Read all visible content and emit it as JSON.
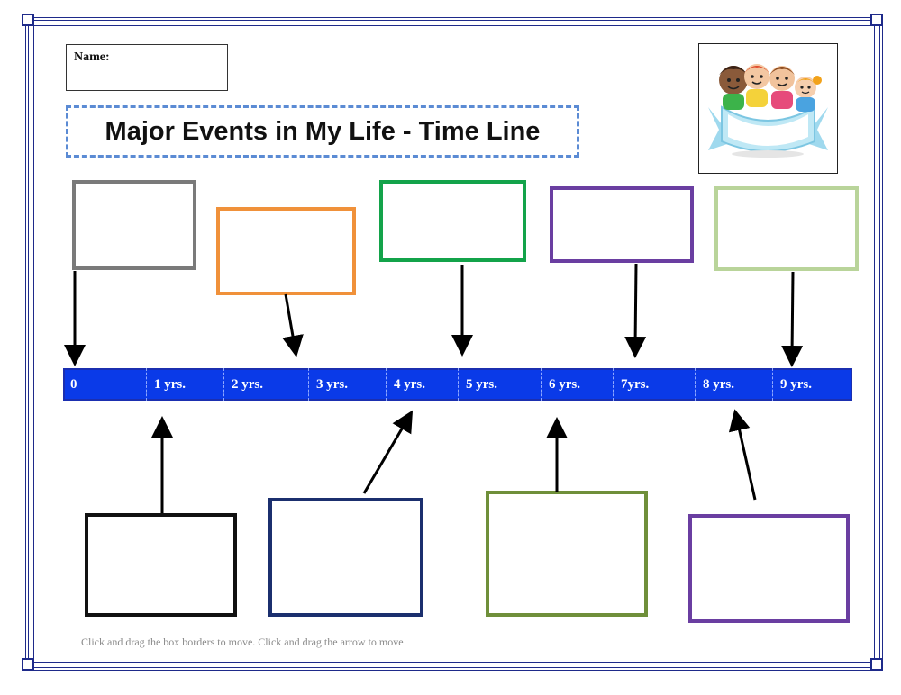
{
  "worksheet": {
    "name_label": "Name:",
    "title": "Major Events in My Life - Time Line",
    "hint": "Click and drag the box borders to move. Click and drag the arrow to move"
  },
  "timeline": {
    "labels": [
      "0",
      "1 yrs.",
      "2 yrs.",
      "3 yrs.",
      "4 yrs.",
      "5 yrs.",
      "6 yrs.",
      "7yrs.",
      "8 yrs.",
      "9 yrs."
    ],
    "bar_color": "#0a3ae8"
  },
  "event_boxes": {
    "top": [
      {
        "color": "#7a7a7a"
      },
      {
        "color": "#f0913a"
      },
      {
        "color": "#13a34a"
      },
      {
        "color": "#6a3ea1"
      },
      {
        "color": "#b9d49a"
      }
    ],
    "bottom": [
      {
        "color": "#111111"
      },
      {
        "color": "#1b2f6e"
      },
      {
        "color": "#6f8f3a"
      },
      {
        "color": "#6a3ea1"
      }
    ]
  },
  "decor": {
    "image": "kids-banner-illustration",
    "frame_color": "#1e2a8a"
  }
}
